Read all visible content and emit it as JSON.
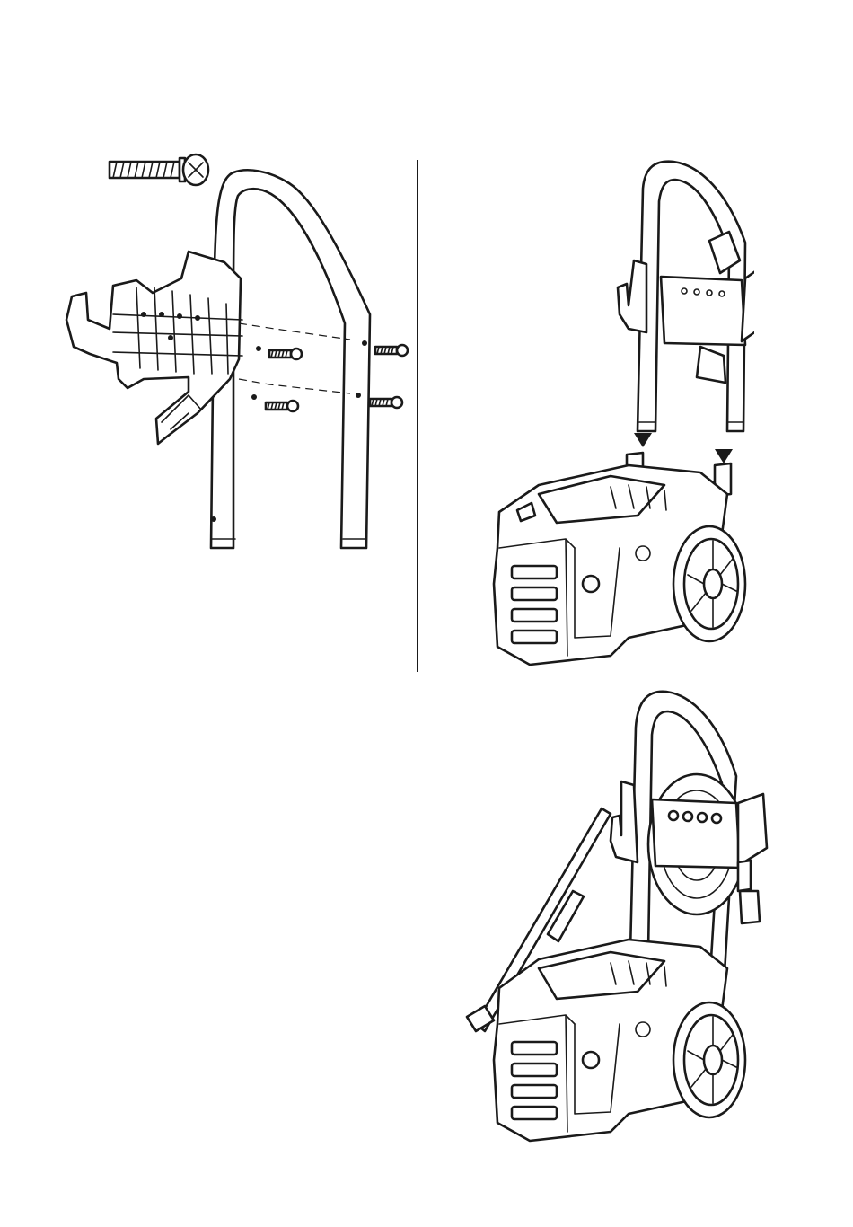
{
  "document": {
    "kind": "assembly-instructions-illustration",
    "figures": [
      {
        "id": "handle-attach",
        "icon": "screw-icon"
      },
      {
        "id": "handle-insert",
        "icon": "arrow-down-icon"
      },
      {
        "id": "assembled-unit",
        "icon": "pressure-washer-icon"
      }
    ],
    "colors": {
      "line": "#1a1a1a",
      "background": "#ffffff"
    }
  }
}
